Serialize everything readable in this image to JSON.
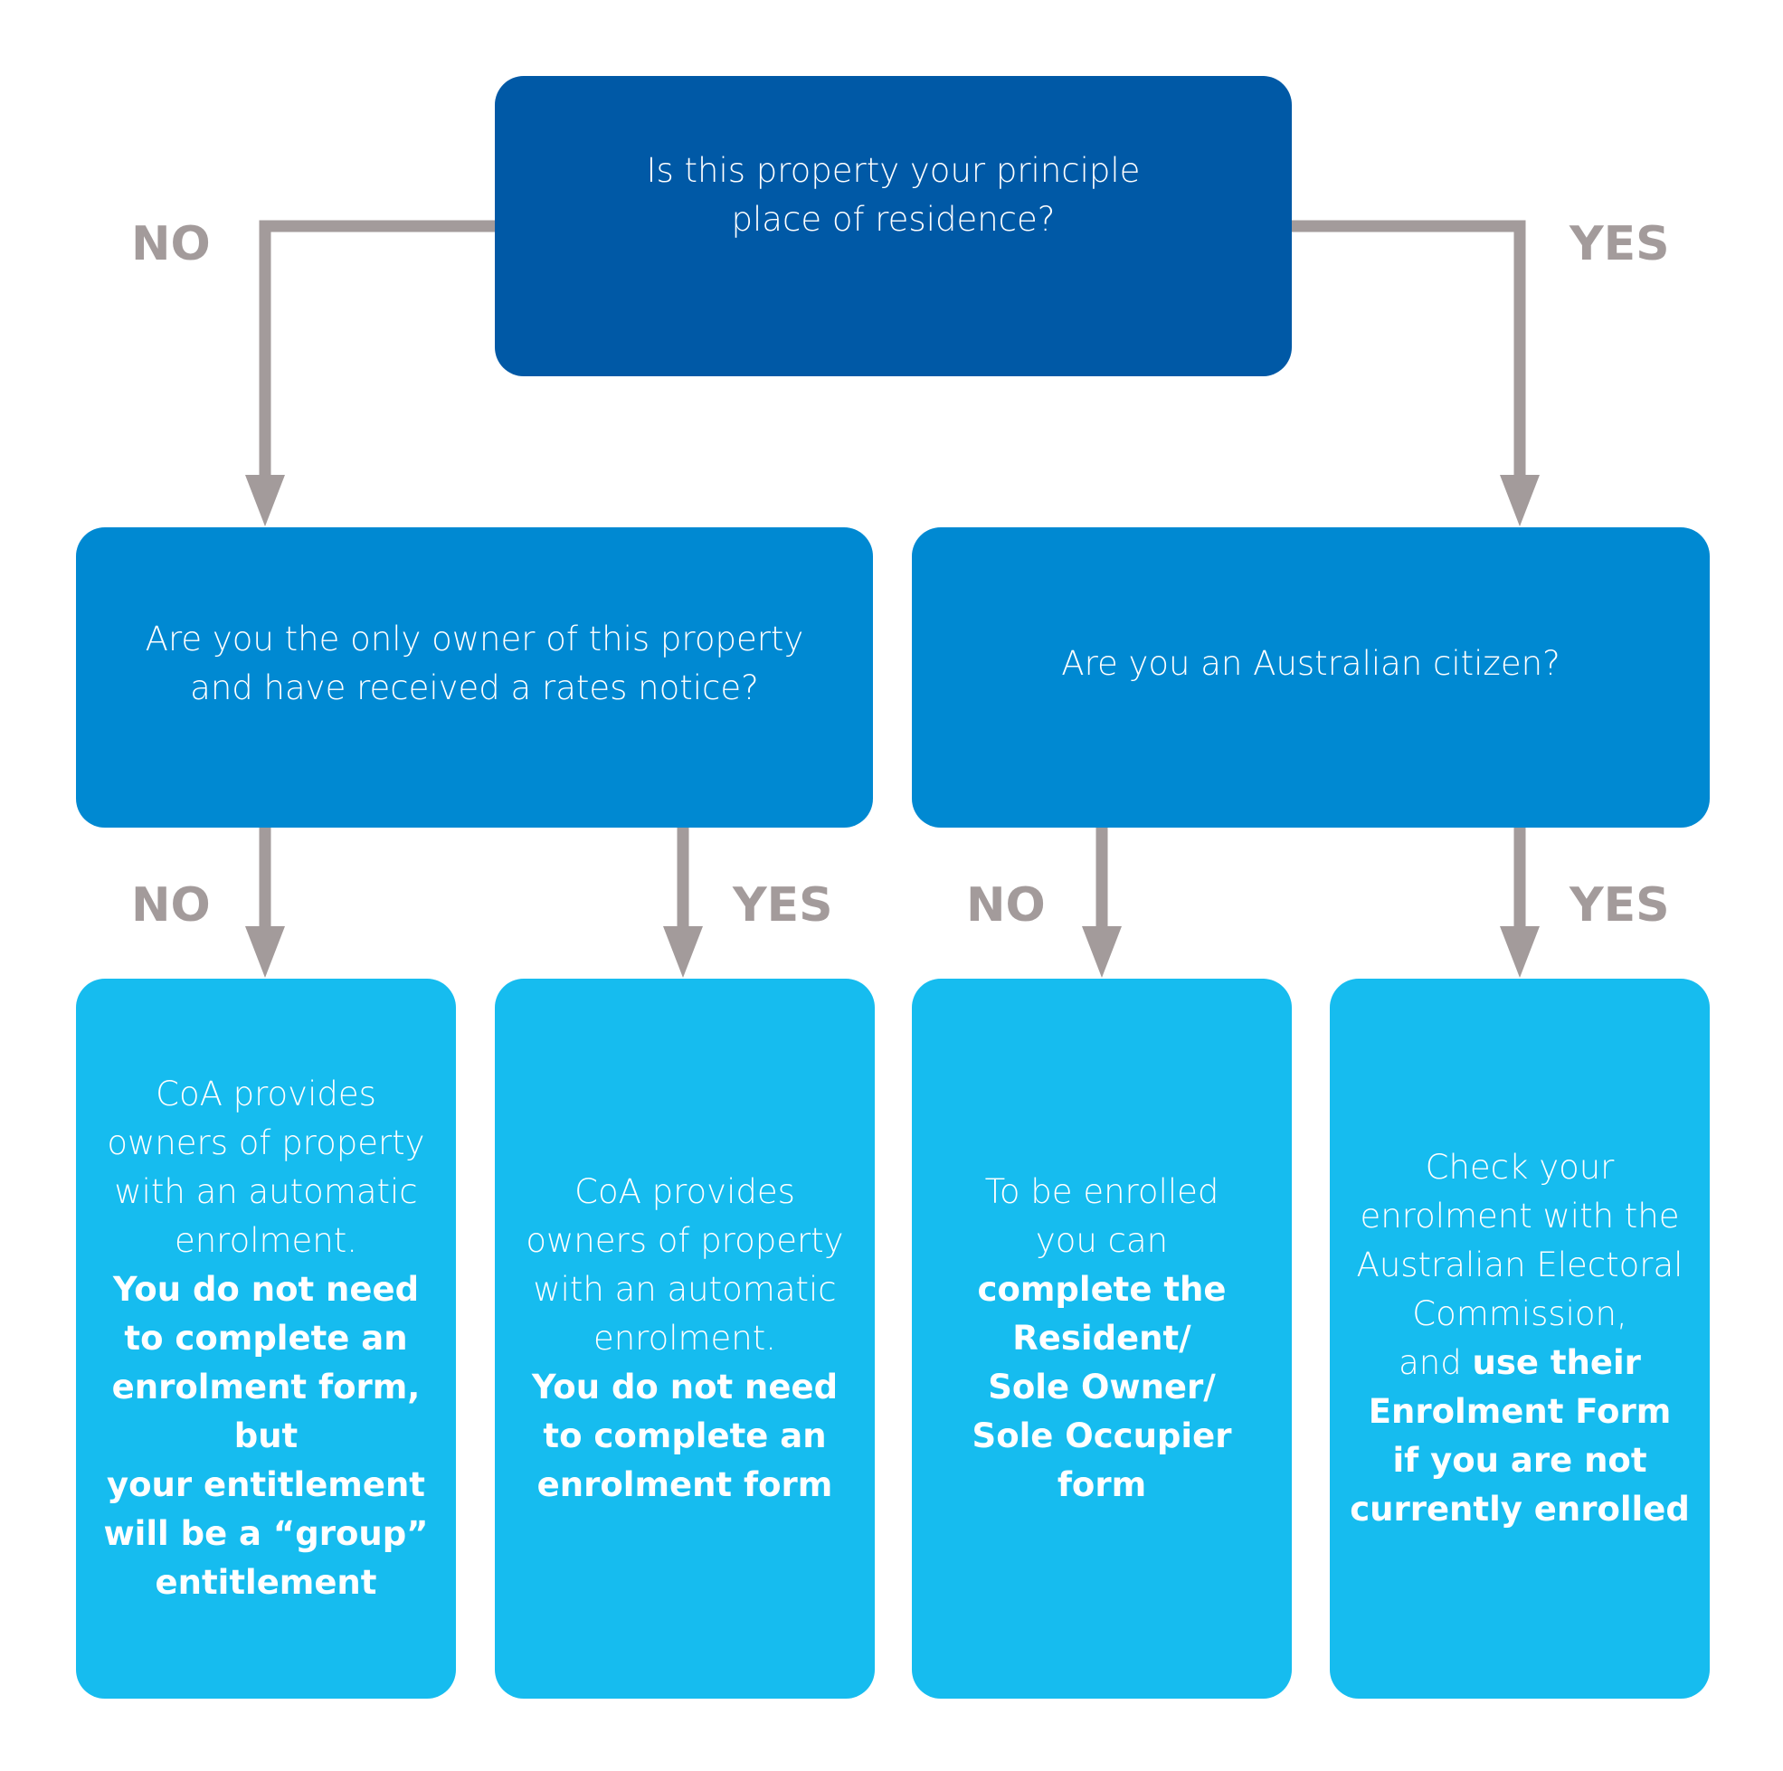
{
  "colors": {
    "root_box": "#0059a6",
    "middle_box": "#0089d2",
    "leaf_box": "#16bcef",
    "connector": "#a39b9b",
    "label": "#a39b9b",
    "text": "#ffffff"
  },
  "root": {
    "question_line1": "Is this property your principle",
    "question_line2": "place of residence?"
  },
  "labels": {
    "root_no": "NO",
    "root_yes": "YES",
    "owner_no": "NO",
    "owner_yes": "YES",
    "citizen_no": "NO",
    "citizen_yes": "YES"
  },
  "owner_question": {
    "line1": "Are you the only owner of this property",
    "line2": "and have received a rates notice?"
  },
  "citizen_question": {
    "line1": "Are you an Australian citizen?"
  },
  "leaves": {
    "group_entitlement": {
      "plain": [
        "CoA provides",
        "owners of property",
        "with an automatic",
        "enrolment."
      ],
      "strong": [
        "You do not need",
        "to complete an",
        "enrolment form, but",
        "your entitlement",
        "will be a “group”",
        "entitlement"
      ]
    },
    "automatic_enrolment": {
      "plain": [
        "CoA provides",
        "owners of property",
        "with an automatic",
        "enrolment."
      ],
      "strong": [
        "You do not need",
        "to complete an",
        "enrolment form"
      ]
    },
    "resident_form": {
      "plain": [
        "To be enrolled",
        "you can"
      ],
      "strong": [
        "complete the",
        "Resident/",
        "Sole Owner/",
        "Sole Occupier",
        "form"
      ]
    },
    "aec_check": {
      "plain": [
        "Check your",
        "enrolment with the",
        "Australian Electoral",
        "Commission,"
      ],
      "mixed_prefix": "and ",
      "mixed_strong": "use their",
      "strong": [
        "Enrolment Form",
        "if you are not",
        "currently enrolled"
      ]
    }
  }
}
